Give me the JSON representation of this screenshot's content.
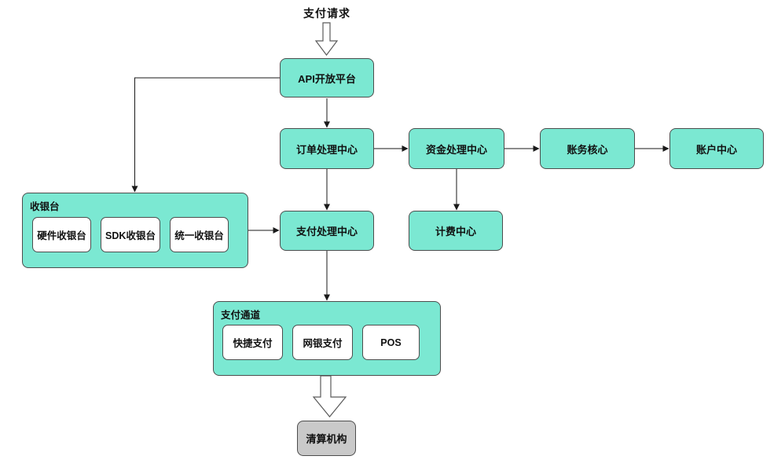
{
  "colors": {
    "node_fill": "#7be8d2",
    "node_border": "#4d4d4d",
    "child_fill": "#ffffff",
    "clearing_fill": "#c9c9c9",
    "line_color": "#1a1a1a",
    "block_arrow_stroke": "#5a5a5a",
    "text_color": "#111111"
  },
  "diagram": {
    "title_label": "支付请求",
    "nodes": {
      "api_platform": {
        "label": "API开放平台"
      },
      "order_center": {
        "label": "订单处理中心"
      },
      "fund_center": {
        "label": "资金处理中心"
      },
      "accounting_core": {
        "label": "账务核心"
      },
      "account_center": {
        "label": "账户中心"
      },
      "payment_center": {
        "label": "支付处理中心"
      },
      "billing_center": {
        "label": "计费中心"
      },
      "clearing_org": {
        "label": "清算机构"
      }
    },
    "groups": {
      "cashier": {
        "label": "收银台",
        "children": [
          "硬件收银台",
          "SDK收银台",
          "统一收银台"
        ]
      },
      "channel": {
        "label": "支付通道",
        "children": [
          "快捷支付",
          "网银支付",
          "POS"
        ]
      }
    }
  }
}
